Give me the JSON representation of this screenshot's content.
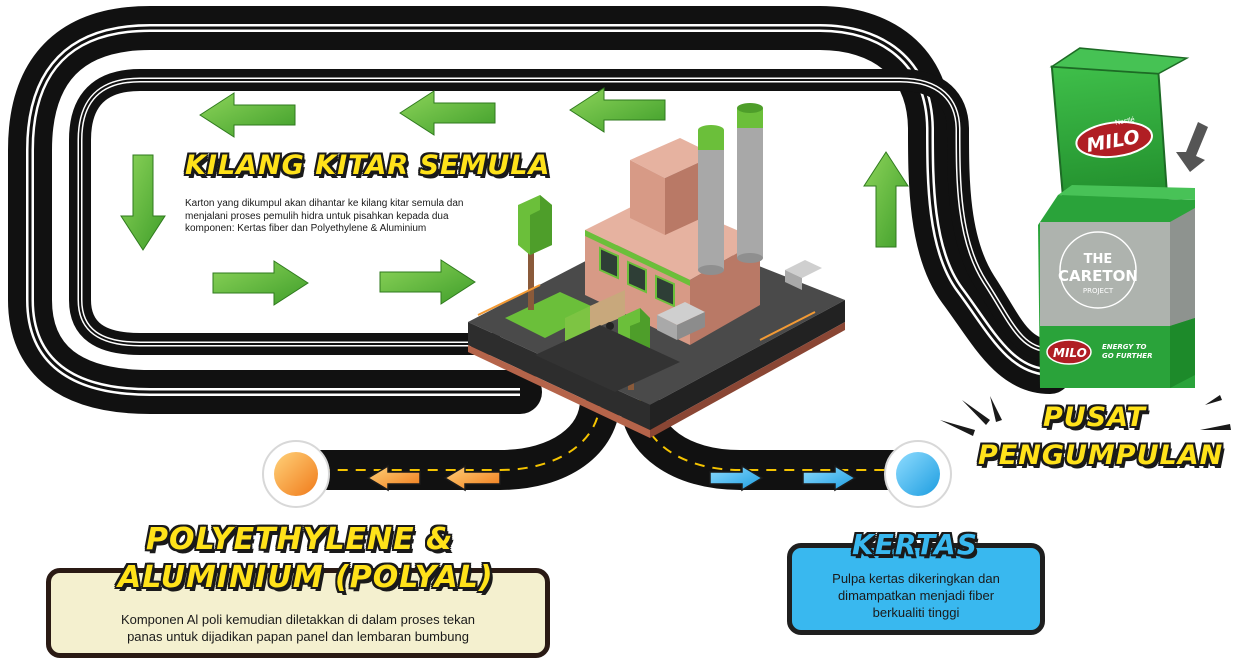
{
  "recycling_plant": {
    "title": "KILANG KITAR SEMULA",
    "description_lines": [
      "Karton yang dikumpul akan dihantar ke kilang kitar semula dan",
      "menjalani proses pemulih hidra untuk pisahkan kepada dua",
      "komponen: Kertas fiber dan Polyethylene & Aluminium"
    ]
  },
  "collection_center": {
    "title_line1": "PUSAT",
    "title_line2": "PENGUMPULAN",
    "bin": {
      "brand_top": "MILO",
      "brand_top_small": "Nestlé",
      "project_line1": "THE",
      "project_line2": "CARETON",
      "project_line3": "PROJECT",
      "brand_bottom": "MILO",
      "slogan_line1": "ENERGY TO",
      "slogan_line2": "GO FURTHER"
    }
  },
  "polyal": {
    "title_line1": "POLYETHYLENE &",
    "title_line2": "ALUMINIUM (POLYAL)",
    "description_lines": [
      "Komponen Al poli kemudian diletakkan di dalam proses tekan",
      "panas untuk dijadikan papan panel dan lembaran bumbung"
    ]
  },
  "kertas": {
    "title": "KERTAS",
    "description_lines": [
      "Pulpa kertas dikeringkan dan",
      "dimampatkan menjadi fiber",
      "berkualiti tinggi"
    ]
  },
  "colors": {
    "road": "#111111",
    "road_line": "#ffffff",
    "arrow_green": "#5ab532",
    "arrow_orange": "#f39a34",
    "arrow_blue": "#39b8ef",
    "title_yellow": "#ffe21a",
    "milo_green": "#2aa33a",
    "factory_pink": "#d79a86",
    "ground": "#3a3a3a"
  },
  "icons": {
    "polyal_node": "orange-circle-icon",
    "kertas_node": "blue-circle-icon",
    "bin_arrow": "down-arrow-icon"
  }
}
